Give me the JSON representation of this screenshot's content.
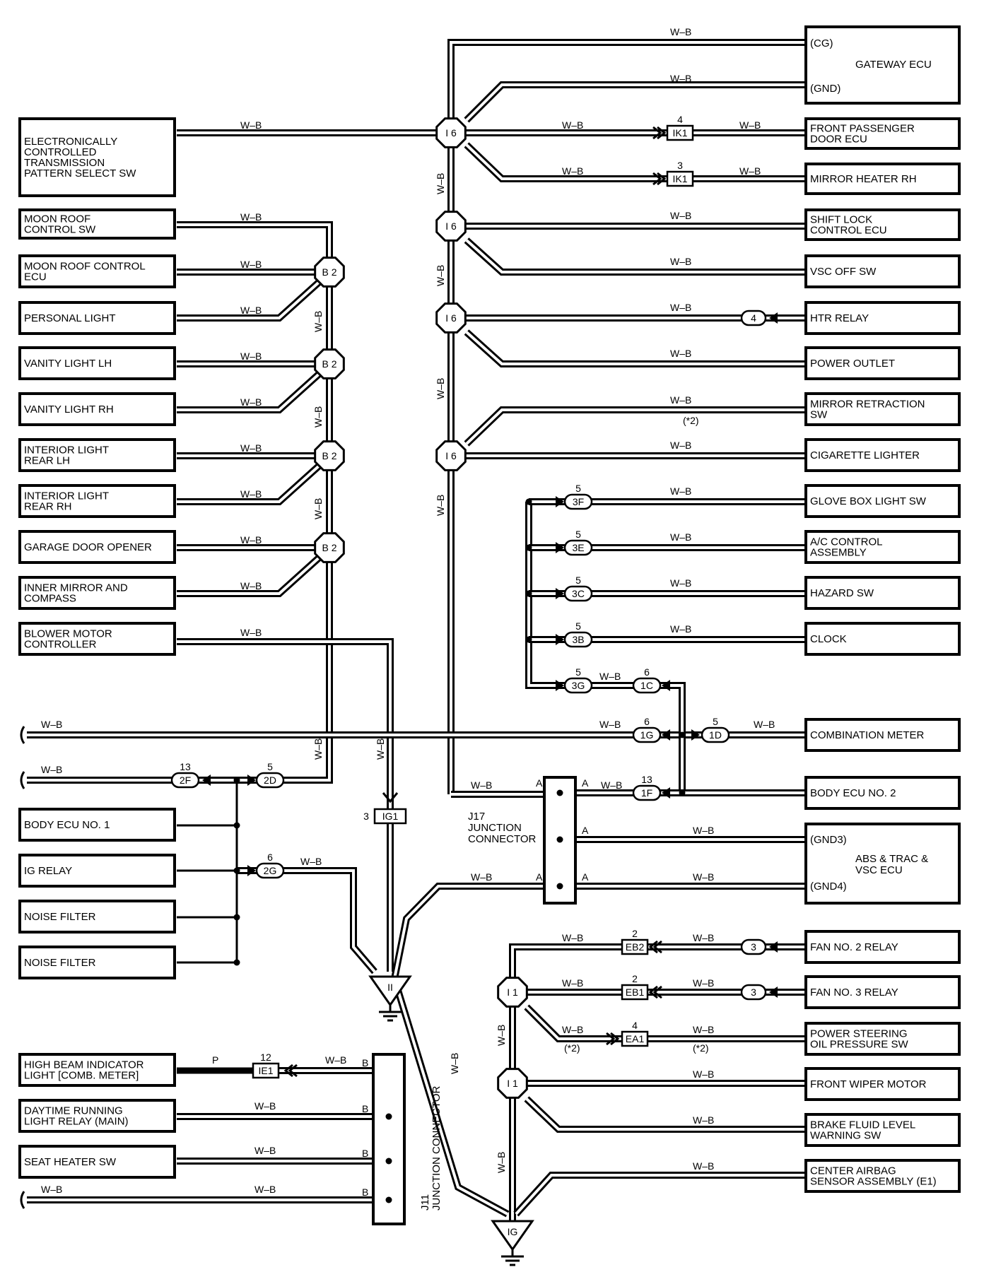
{
  "wire_color": "W–B",
  "wire_color_pink": "P",
  "note_star2": "(*2)",
  "splices": {
    "i6": "I 6",
    "b2": "B 2",
    "i1": "I 1"
  },
  "grounds": {
    "ii": "II",
    "ig": "IG"
  },
  "left_components": {
    "ectpss": [
      "ELECTRONICALLY",
      "CONTROLLED",
      "TRANSMISSION",
      "PATTERN SELECT SW"
    ],
    "moon_roof_sw": [
      "MOON ROOF",
      "CONTROL SW"
    ],
    "moon_roof_ecu": [
      "MOON ROOF CONTROL",
      "ECU"
    ],
    "personal_light": [
      "PERSONAL LIGHT"
    ],
    "vanity_lh": [
      "VANITY LIGHT LH"
    ],
    "vanity_rh": [
      "VANITY LIGHT RH"
    ],
    "interior_lh": [
      "INTERIOR LIGHT",
      "REAR LH"
    ],
    "interior_rh": [
      "INTERIOR LIGHT",
      "REAR RH"
    ],
    "garage": [
      "GARAGE DOOR OPENER"
    ],
    "inner_mirror": [
      "INNER MIRROR AND",
      "COMPASS"
    ],
    "blower": [
      "BLOWER MOTOR",
      "CONTROLLER"
    ],
    "body_ecu1": [
      "BODY ECU NO. 1"
    ],
    "ig_relay": [
      "IG RELAY"
    ],
    "noise1": [
      "NOISE FILTER"
    ],
    "noise2": [
      "NOISE FILTER"
    ],
    "high_beam": [
      "HIGH BEAM INDICATOR",
      "LIGHT [COMB.  METER]"
    ],
    "drl": [
      "DAYTIME RUNNING",
      "LIGHT RELAY (MAIN)"
    ],
    "seat_heater": [
      "SEAT HEATER SW"
    ]
  },
  "right_components": {
    "gateway": [
      "(CG)",
      "GATEWAY ECU",
      "(GND)"
    ],
    "front_pass": [
      "FRONT PASSENGER",
      "DOOR ECU"
    ],
    "mirror_heater": [
      "MIRROR HEATER RH"
    ],
    "shift_lock": [
      "SHIFT LOCK",
      "CONTROL ECU"
    ],
    "vsc_off": [
      "VSC OFF SW"
    ],
    "htr_relay": [
      "HTR RELAY"
    ],
    "power_outlet": [
      "POWER OUTLET"
    ],
    "mirror_retr": [
      "MIRROR RETRACTION",
      "SW"
    ],
    "cigarette": [
      "CIGARETTE LIGHTER"
    ],
    "glove": [
      "GLOVE BOX LIGHT SW"
    ],
    "ac": [
      "A/C CONTROL",
      "ASSEMBLY"
    ],
    "hazard": [
      "HAZARD SW"
    ],
    "clock": [
      "CLOCK"
    ],
    "comb_meter": [
      "COMBINATION METER"
    ],
    "body_ecu2": [
      "BODY ECU NO. 2"
    ],
    "abs": [
      "(GND3)",
      "ABS & TRAC &",
      "VSC ECU",
      "(GND4)"
    ],
    "fan2": [
      "FAN NO. 2 RELAY"
    ],
    "fan3": [
      "FAN NO. 3 RELAY"
    ],
    "ps": [
      "POWER STEERING",
      "OIL PRESSURE SW"
    ],
    "wiper": [
      "FRONT WIPER MOTOR"
    ],
    "brake": [
      "BRAKE FLUID LEVEL",
      "WARNING SW"
    ],
    "airbag": [
      "CENTER AIRBAG",
      "SENSOR ASSEMBLY (E1)"
    ]
  },
  "connectors": {
    "ik1_4": {
      "id": "IK1",
      "pin": "4"
    },
    "ik1_3": {
      "id": "IK1",
      "pin": "3"
    },
    "htr4": {
      "id": "4"
    },
    "c3f": {
      "id": "3F",
      "pin": "5"
    },
    "c3e": {
      "id": "3E",
      "pin": "5"
    },
    "c3c": {
      "id": "3C",
      "pin": "5"
    },
    "c3b": {
      "id": "3B",
      "pin": "5"
    },
    "c3g": {
      "id": "3G",
      "pin": "5"
    },
    "c1c": {
      "id": "1C",
      "pin": "6"
    },
    "c1g": {
      "id": "1G",
      "pin": "6"
    },
    "c1d": {
      "id": "1D",
      "pin": "5"
    },
    "c1f": {
      "id": "1F",
      "pin": "13"
    },
    "c2f": {
      "id": "2F",
      "pin": "13"
    },
    "c2d": {
      "id": "2D",
      "pin": "5"
    },
    "c2g": {
      "id": "2G",
      "pin": "6"
    },
    "ig1": {
      "id": "IG1",
      "pin": "3"
    },
    "eb2": {
      "id": "EB2",
      "pin": "2"
    },
    "eb1": {
      "id": "EB1",
      "pin": "2"
    },
    "ea1": {
      "id": "EA1",
      "pin": "4"
    },
    "fan2c": {
      "id": "3"
    },
    "fan3c": {
      "id": "3"
    },
    "ie1": {
      "id": "IE1",
      "pin": "12"
    }
  },
  "j17": {
    "label": [
      "J17",
      "JUNCTION",
      "CONNECTOR"
    ],
    "pin": "A"
  },
  "j11": {
    "label": [
      "J11",
      "JUNCTION CONNECTOR"
    ],
    "pin": "B"
  }
}
